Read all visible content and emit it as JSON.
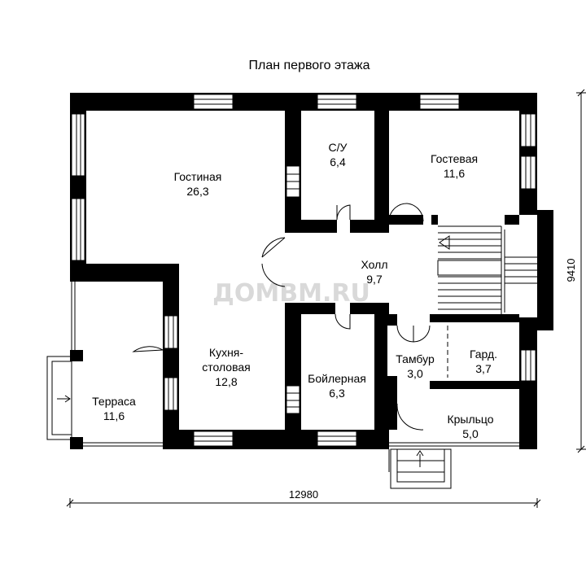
{
  "title": "План первого этажа",
  "watermark": "ДОМВМ.RU",
  "colors": {
    "wall": "#000000",
    "line": "#000000",
    "watermark": "#d9d9d9",
    "background": "#ffffff"
  },
  "rooms": [
    {
      "id": "living",
      "name": "Гостиная",
      "area": "26,3"
    },
    {
      "id": "bathroom",
      "name": "С/У",
      "area": "6,4"
    },
    {
      "id": "guest",
      "name": "Гостевая",
      "area": "11,6"
    },
    {
      "id": "hall",
      "name": "Холл",
      "area": "9,7"
    },
    {
      "id": "kitchen",
      "name": "Кухня-столовая",
      "area": "12,8"
    },
    {
      "id": "boiler",
      "name": "Бойлерная",
      "area": "6,3"
    },
    {
      "id": "vestibule",
      "name": "Тамбур",
      "area": "3,0"
    },
    {
      "id": "wardrobe",
      "name": "Гард.",
      "area": "3,7"
    },
    {
      "id": "terrace",
      "name": "Терраса",
      "area": "11,6"
    },
    {
      "id": "porch",
      "name": "Крыльцо",
      "area": "5,0"
    }
  ],
  "dimensions": {
    "width": "12980",
    "height": "9410"
  }
}
